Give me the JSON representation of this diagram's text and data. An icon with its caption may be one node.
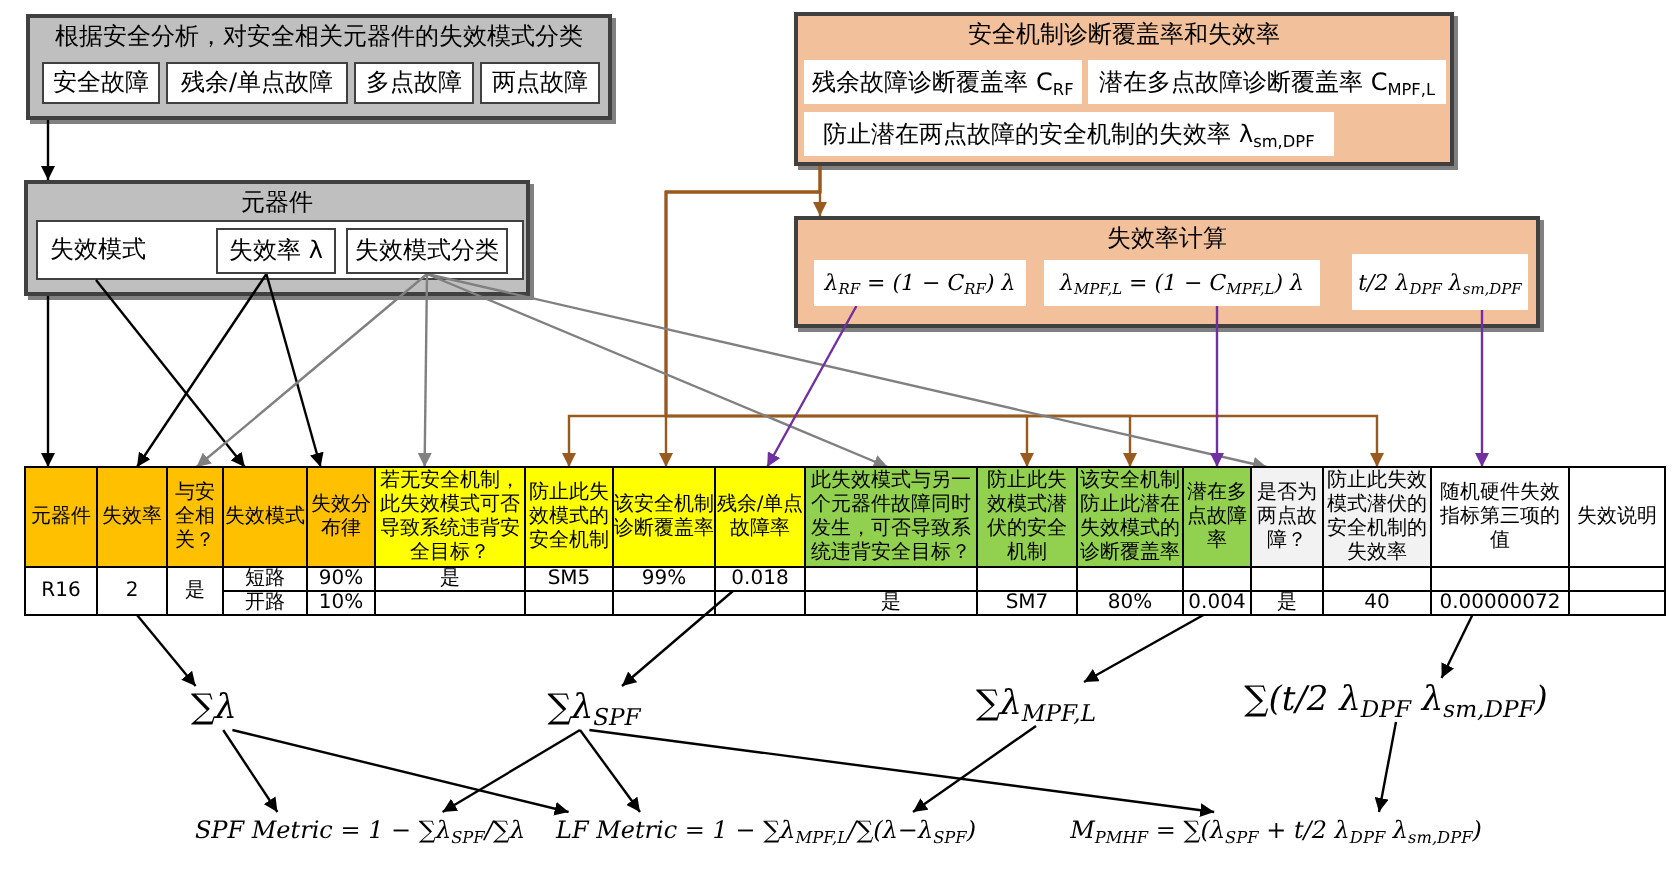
{
  "diagram": {
    "nodes": [
      {
        "text": [
          "根据安全分析，对安全相关元器件的失效模式分类"
        ]
      },
      {
        "text": [
          "安全故障"
        ],
        "in": 0
      },
      {
        "text": [
          "残余/单点故障"
        ],
        "in": 0
      },
      {
        "text": [
          "多点故障"
        ],
        "in": 0
      },
      {
        "text": [
          "两点故障"
        ],
        "in": 0
      },
      {
        "text": [
          "安全机制诊断覆盖率和失效率"
        ]
      },
      {
        "text": [
          "残余故障诊断覆盖率 C$_{RF}$"
        ],
        "in": 5
      },
      {
        "text": [
          "潜在多点故障诊断覆盖率 C$_{MPF,L}$"
        ],
        "in": 5
      },
      {
        "text": [
          "防止潜在两点故障的安全机制的失效率 λ$_{sm,DPF}$"
        ],
        "in": 5
      },
      {
        "text": [
          "元器件"
        ]
      },
      {
        "text": [
          "失效模式"
        ],
        "in": 9
      },
      {
        "text": [
          "失效率 λ"
        ],
        "in": 10
      },
      {
        "text": [
          "失效模式分类"
        ],
        "in": 10
      },
      {
        "text": [
          "失效率计算"
        ]
      },
      {
        "text": [
          "λ$_{RF}$ = (1 − C$_{RF}$) λ"
        ],
        "in": 13
      },
      {
        "text": [
          "λ$_{MPF,L}$ = (1 − C$_{MPF,L}$) λ"
        ],
        "in": 13
      },
      {
        "text": [
          "t/2 λ$_{DPF}$ λ$_{sm,DPF}$"
        ],
        "in": 13
      },
      {
        "text": [
          "元器件"
        ]
      },
      {
        "text": [
          "失效率"
        ]
      },
      {
        "text": [
          "与安全相关？"
        ]
      },
      {
        "text": [
          "失效模式"
        ]
      },
      {
        "text": [
          "失效分布律"
        ]
      },
      {
        "text": [
          "若无安全机制，此失效模式可否导致系统违背安全目标？"
        ]
      },
      {
        "text": [
          "防止此失效模式的安全机制"
        ]
      },
      {
        "text": [
          "该安全机制诊断覆盖率"
        ]
      },
      {
        "text": [
          "残余/单点故障率"
        ]
      },
      {
        "text": [
          "此失效模式与另一个元器件故障同时发生，可否导致系统违背安全目标？"
        ]
      },
      {
        "text": [
          "防止此失效模式潜伏的安全机制"
        ]
      },
      {
        "text": [
          "该安全机制防止此潜在失效模式的诊断覆盖率"
        ]
      },
      {
        "text": [
          "潜在多点故障率"
        ]
      },
      {
        "text": [
          "是否为两点故障？"
        ]
      },
      {
        "text": [
          "防止此失效模式潜伏的安全机制的失效率"
        ]
      },
      {
        "text": [
          "随机硬件失效指标第三项的值"
        ]
      },
      {
        "text": [
          "失效说明"
        ]
      },
      {
        "text": [
          "2"
        ]
      },
      {
        "text": [
          "0.018"
        ]
      },
      {
        "text": [
          "0.004"
        ]
      },
      {
        "text": [
          "0.00000072"
        ]
      },
      {
        "text": [
          "∑λ"
        ]
      },
      {
        "text": [
          "∑λ$_{SPF}$"
        ]
      },
      {
        "text": [
          "∑λ$_{MPF,L}$"
        ]
      },
      {
        "text": [
          "∑(t/2 λ$_{DPF}$ λ$_{sm,DPF}$)"
        ]
      },
      {
        "text": [
          "SPF Metric = 1 − ∑λ$_{SPF}$/∑λ"
        ]
      },
      {
        "text": [
          "LF Metric = 1 − ∑λ$_{MPF,L}$/∑(λ−λ$_{SPF}$)"
        ]
      },
      {
        "text": [
          "M$_{PMHF}$ = ∑(λ$_{SPF}$ + t/2 λ$_{DPF}$ λ$_{sm,DPF}$)"
        ]
      }
    ],
    "edges": [
      {
        "from": 0,
        "to": 9,
        "arrow": "to"
      },
      {
        "from": 5,
        "to": 13,
        "arrow": "to",
        "color": "#985a1e"
      },
      {
        "from": 5,
        "to": 23,
        "arrow": "to",
        "color": "#985a1e"
      },
      {
        "from": 5,
        "to": 24,
        "arrow": "to",
        "color": "#985a1e"
      },
      {
        "from": 5,
        "to": 27,
        "arrow": "to",
        "color": "#985a1e"
      },
      {
        "from": 5,
        "to": 28,
        "arrow": "to",
        "color": "#985a1e"
      },
      {
        "from": 5,
        "to": 31,
        "arrow": "to",
        "color": "#985a1e"
      },
      {
        "from": 9,
        "to": 17,
        "arrow": "to"
      },
      {
        "from": 10,
        "to": 20,
        "arrow": "to"
      },
      {
        "from": 11,
        "to": 18,
        "arrow": "to"
      },
      {
        "from": 11,
        "to": 21,
        "arrow": "to"
      },
      {
        "from": 12,
        "to": 19,
        "arrow": "to",
        "color": "#808080"
      },
      {
        "from": 12,
        "to": 22,
        "arrow": "to",
        "color": "#808080"
      },
      {
        "from": 12,
        "to": 26,
        "arrow": "to",
        "color": "#808080"
      },
      {
        "from": 12,
        "to": 30,
        "arrow": "to",
        "color": "#808080"
      },
      {
        "from": 14,
        "to": 25,
        "arrow": "to",
        "color": "#7030a0"
      },
      {
        "from": 15,
        "to": 29,
        "arrow": "to",
        "color": "#7030a0"
      },
      {
        "from": 16,
        "to": 32,
        "arrow": "to",
        "color": "#7030a0"
      },
      {
        "from": 34,
        "to": 38,
        "arrow": "to"
      },
      {
        "from": 35,
        "to": 39,
        "arrow": "to"
      },
      {
        "from": 36,
        "to": 40,
        "arrow": "to"
      },
      {
        "from": 37,
        "to": 41,
        "arrow": "to"
      },
      {
        "from": 38,
        "to": 42,
        "arrow": "to"
      },
      {
        "from": 38,
        "to": 43,
        "arrow": "to"
      },
      {
        "from": 39,
        "to": 42,
        "arrow": "to"
      },
      {
        "from": 39,
        "to": 43,
        "arrow": "to"
      },
      {
        "from": 39,
        "to": 44,
        "arrow": "to"
      },
      {
        "from": 40,
        "to": 43,
        "arrow": "to"
      },
      {
        "from": 41,
        "to": 44,
        "arrow": "to"
      }
    ],
    "labels": [
      "R16",
      "是",
      "短路",
      "90%",
      "是",
      "SM5",
      "99%",
      "开路",
      "10%",
      "是",
      "SM7",
      "80%",
      "是",
      "40"
    ]
  }
}
